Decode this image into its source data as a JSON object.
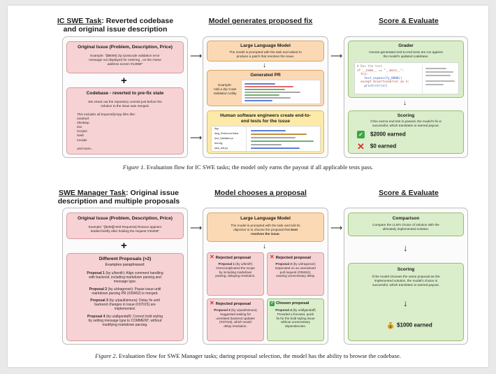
{
  "fig1": {
    "col1_title_u": "IC SWE Task",
    "col1_title_rest": ": Reverted codebase",
    "col1_title_line2": "and original issue description",
    "col2_title": "Model generates proposed fix",
    "col3_title": "Score & Evaluate",
    "issue_title": "Original Issue (Problem, Description, Price)",
    "issue_text_1": "Example: \"[$8000] zip /postcode validation error",
    "issue_text_2": "message not displayed for entering , on the Home",
    "issue_text_3": "address screen #14958\"",
    "codebase_title": "Codebase - reverted to pre-fix state",
    "codebase_text_1": "We check out the repository commit just before the",
    "codebase_text_2": "solution to the issue was merged.",
    "codebase_files_intro": "This includes all Expensify/App files like:",
    "codebase_files": [
      "/android",
      "/desktop",
      "/ios",
      "/scripts",
      "/web",
      "/render"
    ],
    "codebase_more": "and more...",
    "llm_title": "Large Language Model",
    "llm_text_1": "The model is prompted with the task and asked to",
    "llm_text_2": "produce a patch that resolves the issue.",
    "pr_title": "Generated PR",
    "pr_example_1": "Example:",
    "pr_example_2": "Add a Zip Code",
    "pr_example_3": "Validation Utility",
    "human_title_1": "Human software engineers create end-to-",
    "human_title_2": "end tests for the issue",
    "human_files": [
      "App",
      "Asig_ReferenceValue",
      "test_Validation.js",
      "test.sig",
      "task_test.py"
    ],
    "grader_title": "Grader",
    "grader_text_1": "Human-generated end-to-end tests are run against",
    "grader_text_2": "the model's updated codebase.",
    "code_lines": [
      "# Run the test",
      "if __name__ == \"__main__\":",
      "  try:",
      "    test_expensify_0000()",
      "  except AssertionError as e:",
      "    print(str(e))"
    ],
    "scoring_title": "Scoring",
    "scoring_text_1": "If the end-to-end test is passed, the model's fix is",
    "scoring_text_2": "successful, which translates to earned payout.",
    "earned_pass": "$2000 earned",
    "earned_fail": "$0 earned",
    "caption_label": "Figure 1.",
    "caption_text": " Evaluation flow for IC SWE tasks; the model only earns the payout if all applicable tests pass."
  },
  "fig2": {
    "col1_title_u": "SWE Manager Task",
    "col1_title_rest": ": Original issue",
    "col1_title_line2": "description and multiple proposals",
    "col2_title": "Model chooses a proposal",
    "col3_title": "Score & Evaluate",
    "issue_title": "Original Issue (Problem, Description, Price)",
    "issue_text_1": "Example: \"[$250][Held Requests] Reason appears",
    "issue_text_2": "bolded briefly after holding the request #40408\"",
    "proposals_title": "Different Proposals (>2)",
    "proposals_sub": "Examples paraphrased:",
    "proposals": [
      {
        "label": "Proposal 1",
        "by": " (by u/tienifr): ",
        "lines": [
          "Align comment handling",
          "with backend, including markdown parsing and",
          "message type."
        ]
      },
      {
        "label": "Proposal 2",
        "by": " (by u/dragonoir): ",
        "lines": [
          "Pause issue until",
          "markdown parsing PR (#39452) is merged."
        ]
      },
      {
        "label": "Proposal 3",
        "by": " (by u/paultsimura): ",
        "lines": [
          "Delay fix until",
          "backend changes in issue (#37015) are",
          "implemented."
        ]
      },
      {
        "label": "Proposal 4",
        "by": " (by u/allgandalf): ",
        "lines": [
          "Correct bold styling",
          "by setting message type to COMMENT, without",
          "modifying markdown parsing."
        ]
      }
    ],
    "llm_title": "Large Language Model",
    "llm_text_1": "The model is prompted with the task and told its",
    "llm_text_2_a": "objective is to choose the proposal that ",
    "llm_text_2_b": "best",
    "llm_text_3": "resolves the issue.",
    "cards": [
      {
        "head": "Rejected proposal",
        "sub_label": "Proposal 1",
        "sub_by": " (by u/tienifr)",
        "lines": [
          "Overcomplicated the scope",
          "by including markdown",
          "parsing, delaying resolution."
        ]
      },
      {
        "head": "Rejected proposal",
        "sub_label": "Proposal 2",
        "sub_by": " (by u/dragonoir)",
        "lines": [
          "Depended on an unresolved",
          "pull request (#39452),",
          "causing unnecessary delay."
        ]
      },
      {
        "head": "Rejected proposal",
        "sub_label": "Proposal 3",
        "sub_by": " (by u/paultsimura)",
        "lines": [
          "Suggested waiting for",
          "unrelated backend updates",
          "(#37015), which would",
          "delay resolution."
        ]
      },
      {
        "head": "Chosen proposal",
        "sub_label": "Proposal 4",
        "sub_by": " (by u/allgandalf)",
        "lines": [
          "Provided a focused, quick",
          "fix for the bold styling issue",
          "without unnecessary",
          "dependencies."
        ]
      }
    ],
    "comparison_title": "Comparison",
    "comparison_text_1": "Compare the LLM's choice of solution with the",
    "comparison_text_2": "ultimately implemented solution.",
    "scoring_title": "Scoring",
    "scoring_text_1": "If the model chooses the same proposal as the",
    "scoring_text_2": "implemented solution, the model's choice is",
    "scoring_text_3": "successful, which translates to earned payout.",
    "earned": "$1000 earned",
    "caption_label": "Figure 2.",
    "caption_text": " Evaluation flow for SWE Manager tasks; during proposal selection, the model has the ability to browse the codebase."
  },
  "icons": {
    "plus": "+",
    "arrow_right": "⟶",
    "arrow_down": "↓",
    "check": "✓",
    "cross": "✕",
    "money_bag": "money-bag"
  }
}
